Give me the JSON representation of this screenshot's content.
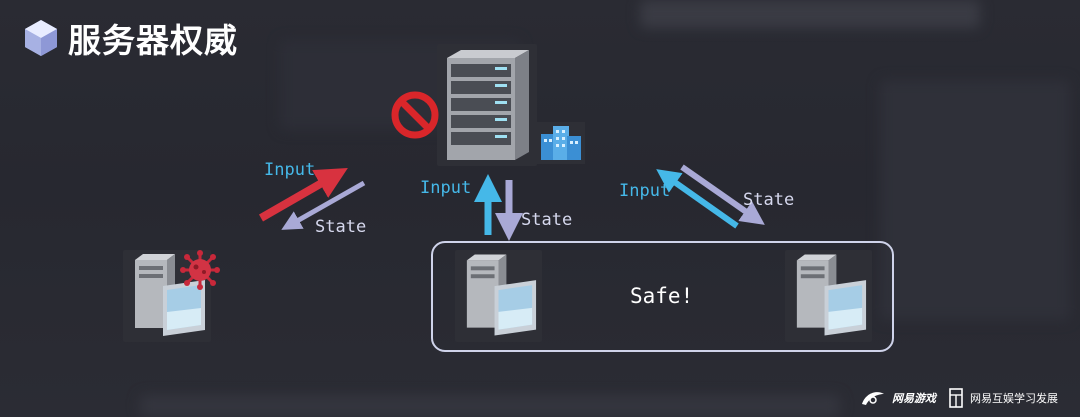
{
  "title": "服务器权威",
  "labels": {
    "left_input": "Input",
    "left_state": "State",
    "mid_input": "Input",
    "mid_state": "State",
    "right_input": "Input",
    "right_state": "State",
    "safe": "Safe!"
  },
  "footer": {
    "logo1_text": "网易游戏",
    "logo2_text": "网易互娱学习发展"
  },
  "colors": {
    "input_blue": "#45b8e8",
    "state_lavender": "#a9a9d6",
    "malicious_red": "#d8323f",
    "virus_red": "#c8283a",
    "forbidden_red": "#d9262a"
  },
  "icons": [
    "cube-logo-icon",
    "server-rack-icon",
    "forbidden-icon",
    "buildings-icon",
    "pc-computer-icon",
    "virus-icon",
    "netease-logo-icon"
  ]
}
